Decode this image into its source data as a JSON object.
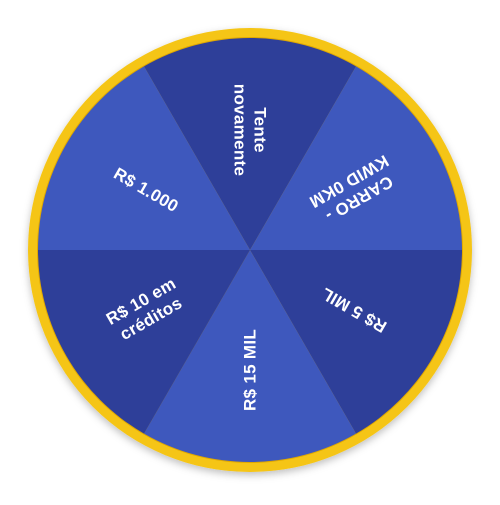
{
  "wheel": {
    "segments": [
      {
        "lines": [
          "Tente",
          "novamente"
        ]
      },
      {
        "lines": [
          "CARRO -",
          "KWID 0KM"
        ]
      },
      {
        "lines": [
          "R$ 5 MIL"
        ]
      },
      {
        "lines": [
          "R$ 15 MIL"
        ]
      },
      {
        "lines": [
          "R$ 10 em",
          "créditos"
        ]
      },
      {
        "lines": [
          "R$ 1.000"
        ]
      }
    ],
    "colors": {
      "rim": "#F5C518",
      "rim_edge": "#E0A800",
      "segment_dark": "#2E3F99",
      "segment_light": "#3E58BD",
      "text": "#FFFFFF"
    }
  }
}
